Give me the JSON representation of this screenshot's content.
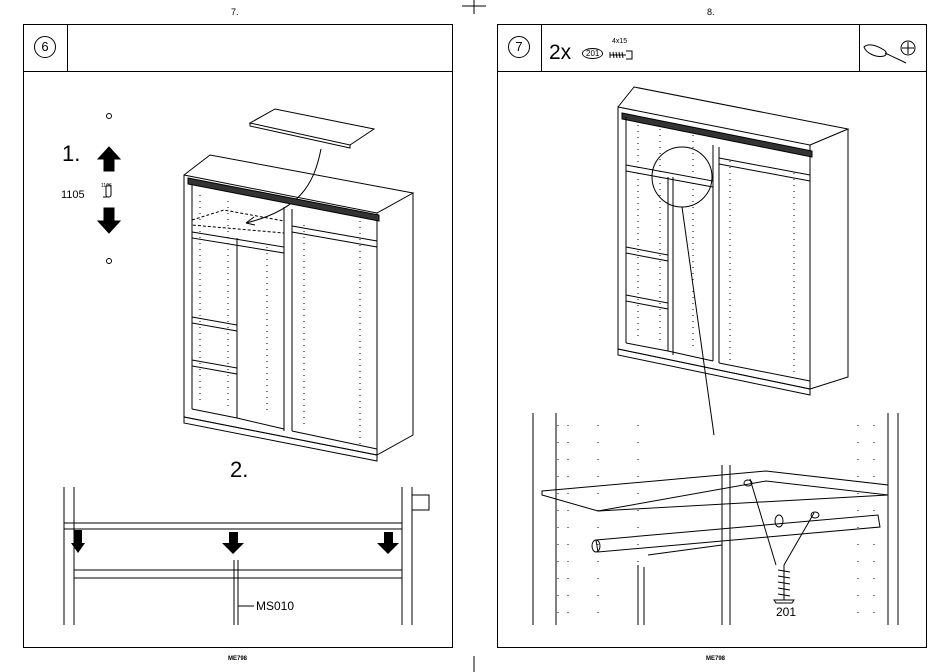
{
  "pages": [
    {
      "page_number": "7.",
      "footer": "ME798",
      "step": "6",
      "labels": {
        "sub1": "1.",
        "sub2": "2.",
        "part": "1105",
        "part_tag": "1106",
        "profile": "MS010"
      }
    },
    {
      "page_number": "8.",
      "footer": "ME798",
      "step": "7",
      "parts": {
        "quantity": "2x",
        "part_code": "201",
        "screw_size": "4x15",
        "callout_code": "201"
      },
      "tools": [
        "screwdriver-icon",
        "phillips-head-icon"
      ]
    }
  ]
}
